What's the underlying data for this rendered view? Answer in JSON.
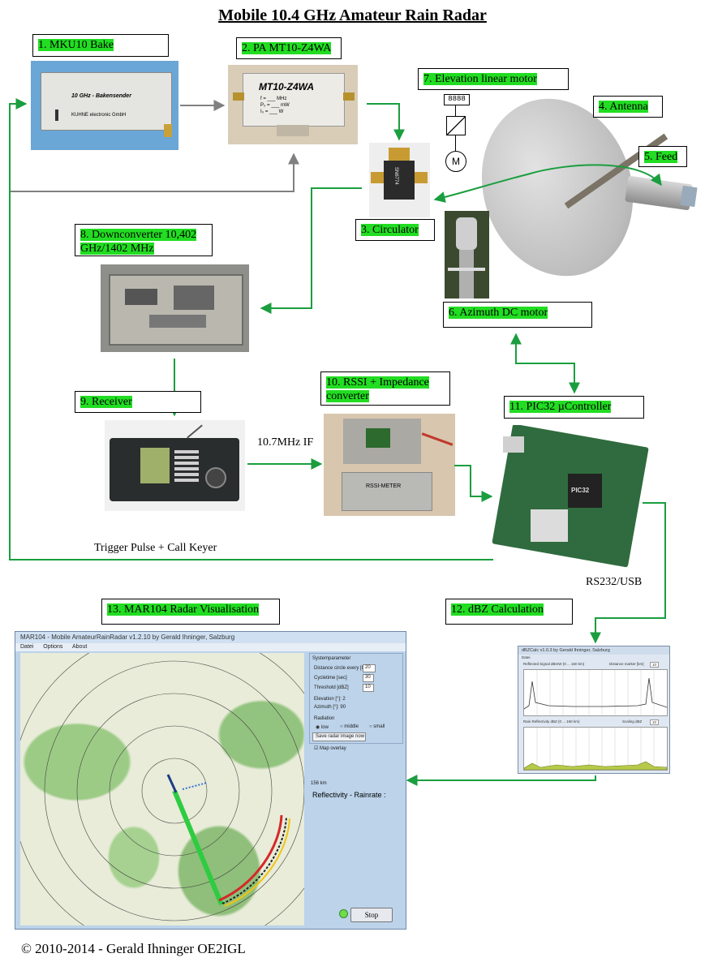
{
  "title": "Mobile 10.4 GHz Amateur Rain Radar",
  "components": {
    "c1": "1. MKU10 Bake",
    "c2": "2. PA MT10-Z4WA",
    "c3": "3. Circulator",
    "c4": "4. Antenna",
    "c5": "5. Feed",
    "c6": "6. Azimuth DC motor",
    "c7": "7. Elevation linear motor",
    "c8": "8. Downconverter 10,402 GHz/1402 MHz",
    "c9": "9. Receiver",
    "c10": "10. RSSI + Impedance converter",
    "c11": "11. PIC32 µController",
    "c12": "12. dBZ Calculation",
    "c13": "13. MAR104 Radar Visualisation"
  },
  "signals": {
    "if": "10.7MHz IF",
    "trigger": "Trigger Pulse + Call Keyer",
    "rs232": "RS232/USB"
  },
  "photo_text": {
    "bake_freq": "10 GHz - Bakensender",
    "bake_maker": "KUHNE electronic GmbH",
    "pa_model": "MT10-Z4WA",
    "circ_marking": "SN6774",
    "rssi": "RSSI-METER",
    "pic": "PIC32",
    "motor": "M"
  },
  "mar104": {
    "window_title": "MAR104 - Mobile AmateurRainRadar v1.2.10 by Gerald Ihninger, Salzburg",
    "menu": [
      "Datei",
      "Options",
      "About"
    ],
    "panel_title": "Systemparameter",
    "params": [
      {
        "label": "Distance circle every [km]",
        "value": "20"
      },
      {
        "label": "Cycletime [sec]",
        "value": "30"
      },
      {
        "label": "Threshold [dBZ]",
        "value": "10"
      }
    ],
    "elevation": "Elevation [°]: 2",
    "azimuth": "Azimuth [°]: 90",
    "radiation": "Radiation",
    "radio_options": [
      "low",
      "middle",
      "small"
    ],
    "save_button": "Save radar image now",
    "map_overlay": "Map overlay",
    "range": "156 km",
    "reflectivity": "Reflectivity - Rainrate :",
    "stop_button": "Stop"
  },
  "dbz": {
    "window_title": "dBZCalc v1.0.3 by Gerald Ihninger, Salzburg",
    "menu": "Datei",
    "chart1_label": "Reflected Signal dBmW (0 ... 160 km)",
    "chart1_control": "Distance marker [km]",
    "chart1_value": "10",
    "chart2_label": "Rain Reflectivity dBZ (0 ... 160 km)",
    "chart2_control": "Scaling dBZ",
    "chart2_value": "10"
  },
  "footer": "© 2010-2014 - Gerald Ihninger OE2IGL",
  "colors": {
    "arrow": "#1a9e3f",
    "label_highlight": "#22dd22",
    "gray_arrow": "#808080"
  }
}
